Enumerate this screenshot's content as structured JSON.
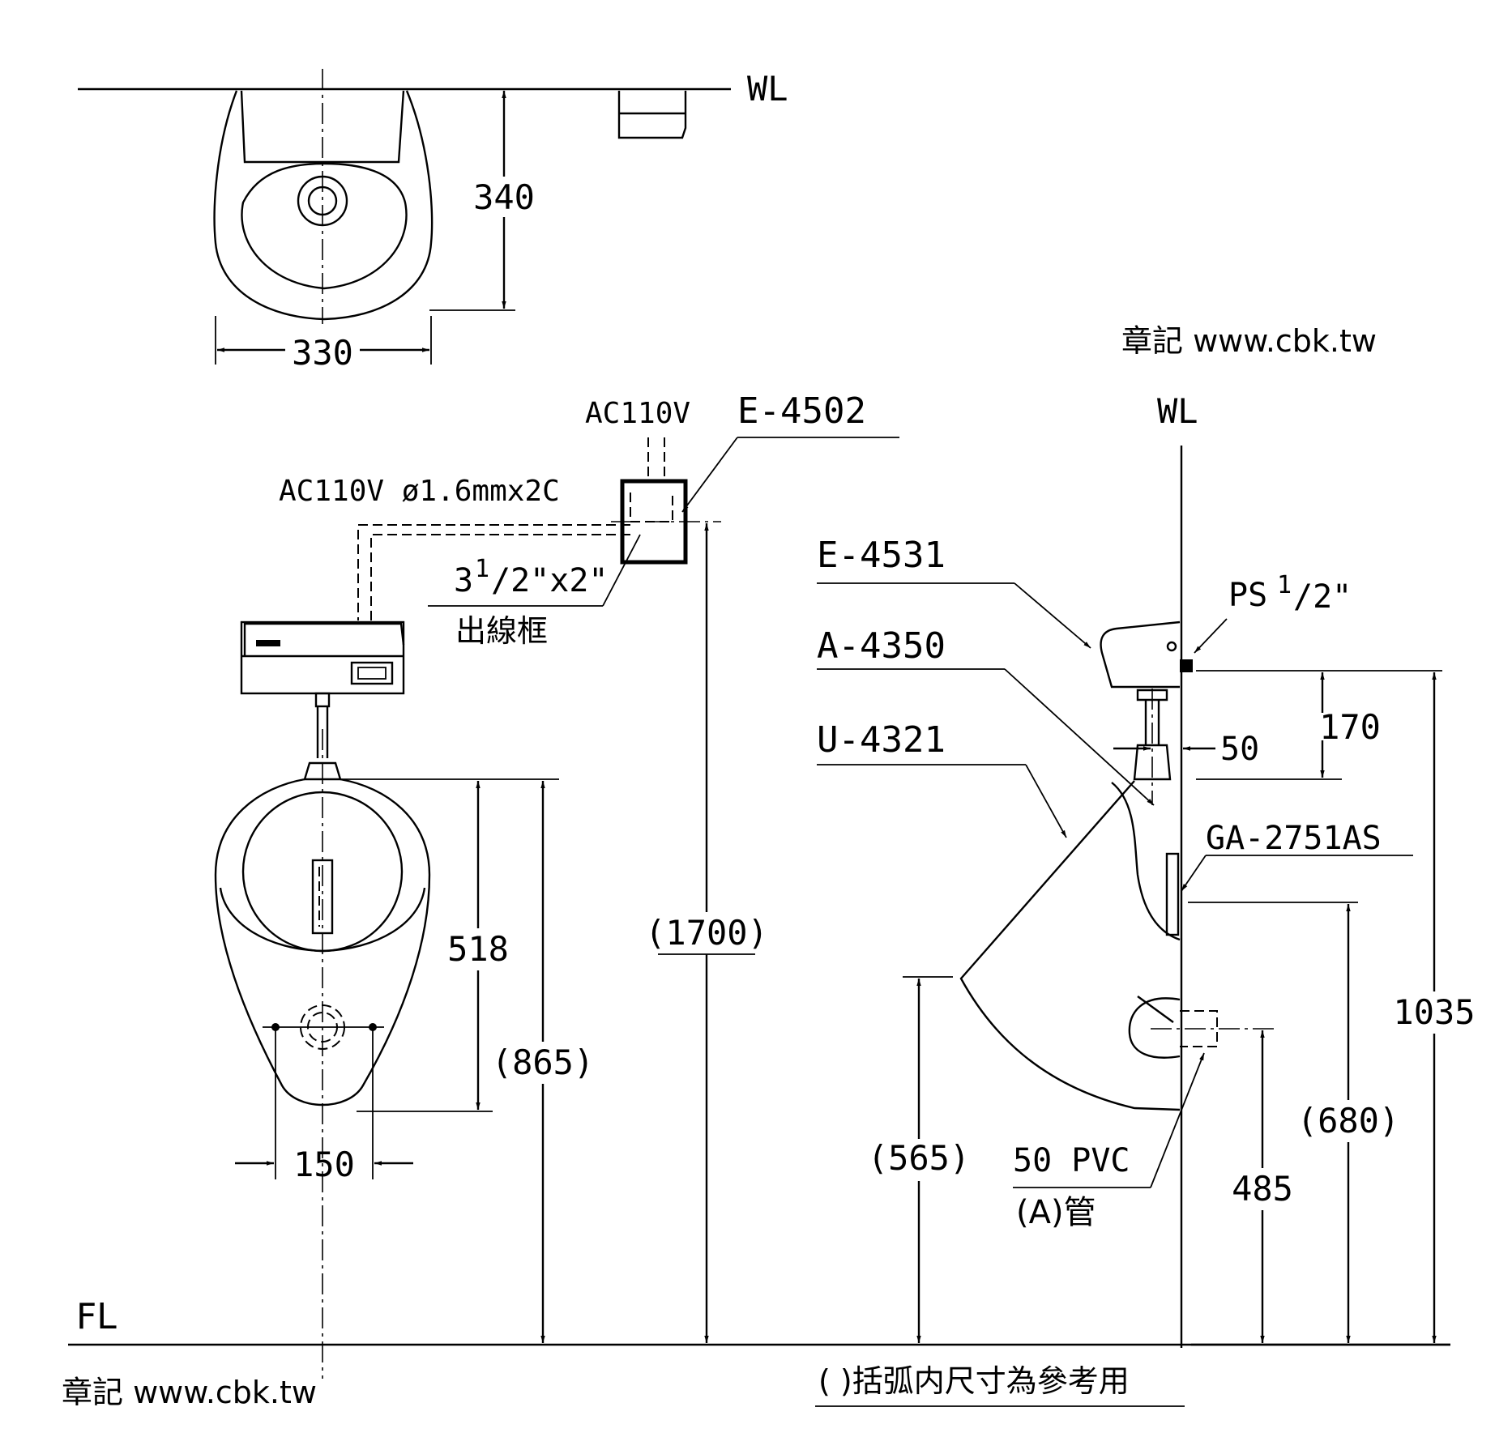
{
  "wall_line_label_top": "WL",
  "wall_line_label_side": "WL",
  "floor_line_label": "FL",
  "dim_depth_top": "340",
  "dim_width_top": "330",
  "watermark_right": "章記 www.cbk.tw",
  "watermark_bottom": "章記 www.cbk.tw",
  "ac_label_upper": "AC110V",
  "ac_label_cable": "AC110V ø1.6mmx2C",
  "model_sensor": "E-4502",
  "box_size": "3 1/2\"x2\"",
  "box_size_parts": {
    "whole": "3",
    "num": "1",
    "rest": "/2\"x2\""
  },
  "outlet_box": "出線框",
  "dim_height_sensor": "(1700)",
  "dim_bowl_height": "518",
  "dim_rim_height": "(865)",
  "dim_mount_spacing": "150",
  "model_flush_valve": "E-4531",
  "model_vacuum_breaker": "A-4350",
  "model_urinal": "U-4321",
  "pipe_thread": "PS 1/2\"",
  "pipe_thread_parts": {
    "prefix": "PS",
    "num": "1",
    "rest": "/2\""
  },
  "dim_valve_offset": "50",
  "dim_valve_drop": "170",
  "model_hanger": "GA-2751AS",
  "dim_supply_height": "1035",
  "dim_hanger_height": "(680)",
  "dim_front_rim": "(565)",
  "dim_drain_height": "485",
  "drain_pipe": "50 PVC",
  "drain_pipe_type": "(A)管",
  "note_reference": "( )括弧内尺寸為參考用"
}
